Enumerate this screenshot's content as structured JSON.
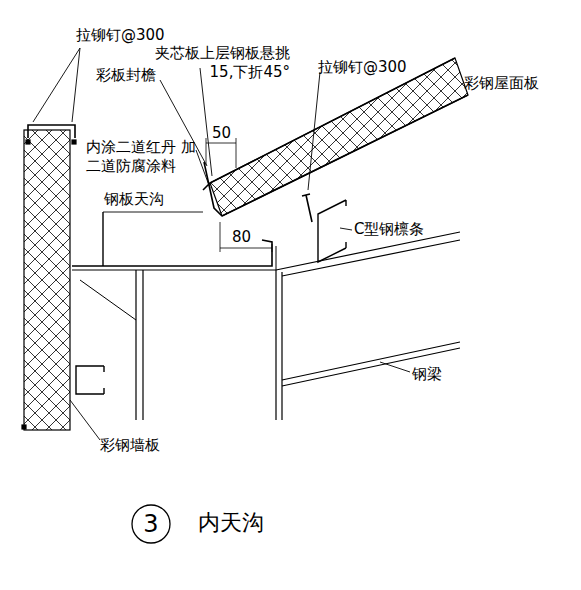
{
  "diagram": {
    "caption": "内天沟",
    "nodes": [
      {
        "text": [
          "3"
        ]
      }
    ],
    "labels": [
      "拉铆钉@300",
      "夹芯板上层钢板悬挑 15,下折45°",
      "彩板封檐",
      "拉铆钉@300",
      "彩钢屋面板",
      "50",
      "内涂二道红丹 加二道防腐涂料",
      "钢板天沟",
      "80",
      "C型钢檩条",
      "钢梁",
      "彩钢墙板"
    ]
  }
}
